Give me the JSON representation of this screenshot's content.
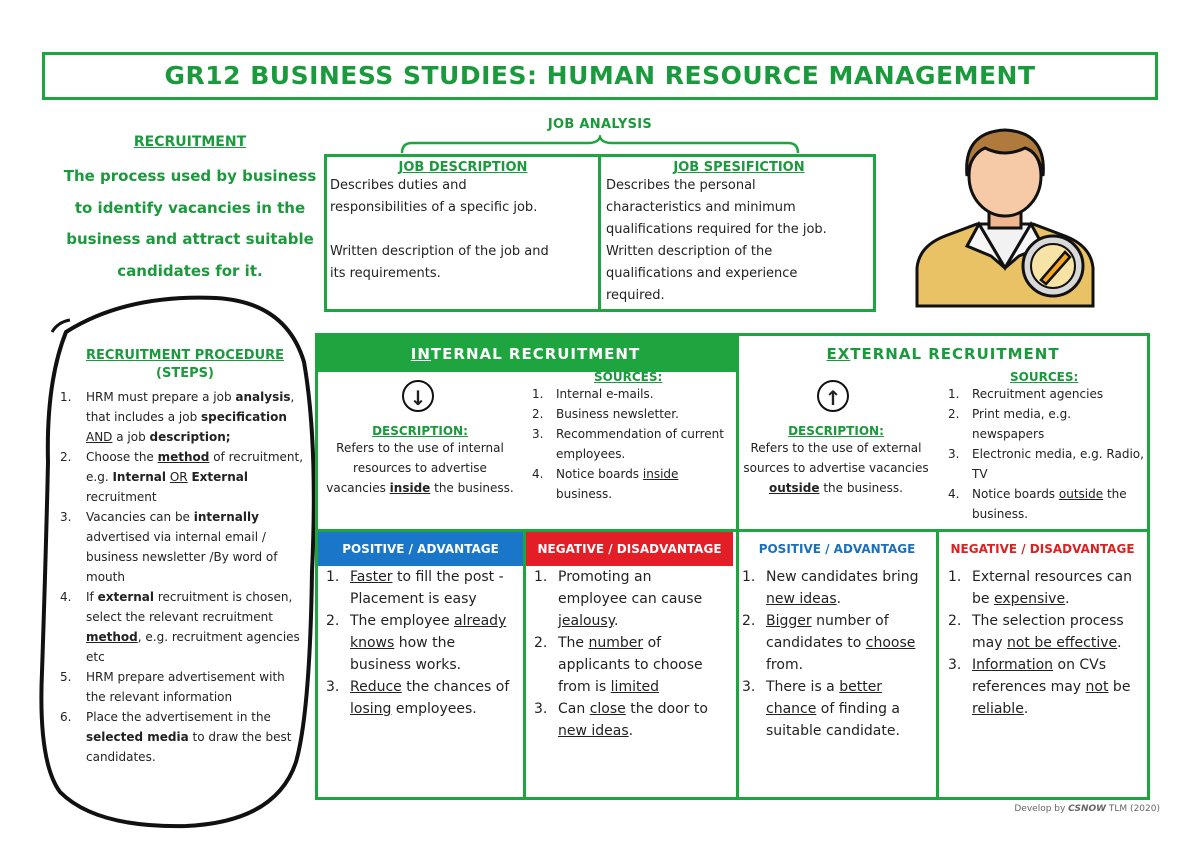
{
  "title": "GR12 BUSINESS STUDIES: HUMAN RESOURCE MANAGEMENT",
  "recruitment": {
    "heading": "RECRUITMENT",
    "lines": [
      "The process used by business",
      "to identify vacancies in the",
      "business and attract suitable",
      "candidates for it."
    ]
  },
  "job_analysis": {
    "title": "JOB ANALYSIS",
    "description": {
      "heading": "JOB DESCRIPTION",
      "lines": [
        "Describes duties and",
        "responsibilities of a specific job.",
        "",
        "Written description of the job and",
        "its requirements."
      ]
    },
    "specification": {
      "heading": "JOB SPESIFICTION",
      "lines": [
        "Describes the personal",
        "characteristics and minimum",
        "qualifications required for the job.",
        "Written description of the",
        "qualifications and experience",
        "required."
      ]
    }
  },
  "procedure": {
    "title": "RECRUITMENT PROCEDURE",
    "subtitle": "(STEPS)",
    "steps": [
      {
        "num": "1.",
        "html": "HRM must prepare a job <b>analysis</b>, that includes a job <b>specification</b> <u>AND</u> a job <b>description;</b>"
      },
      {
        "num": "2.",
        "html": "Choose the <b><u>method</u></b> of recruitment, e.g. <b>Internal</b> <u>OR</u> <b>External</b> recruitment"
      },
      {
        "num": "3.",
        "html": "Vacancies can be <b>internally</b> advertised via internal email / business newsletter /By word of mouth"
      },
      {
        "num": "4.",
        "html": "If <b>external</b> recruitment is chosen, select the relevant recruitment <b><u>method</u></b>, e.g. recruitment agencies etc"
      },
      {
        "num": "5.",
        "html": "HRM prepare advertisement with the relevant information"
      },
      {
        "num": "6.",
        "html": "Place the advertisement in the <b>selected media</b> to draw the best candidates."
      }
    ]
  },
  "internal": {
    "heading_prefix": "IN",
    "heading_rest": "TERNAL RECRUITMENT",
    "arrow": "↓",
    "arrow_icon": "arrow-down-circle-icon",
    "desc_heading": "DESCRIPTION",
    "desc_html": "Refers to the use of internal resources to advertise vacancies <b><u>inside</u></b> the business.",
    "sources_heading": "SOURCES",
    "sources": [
      {
        "num": "1.",
        "html": "Internal e-mails."
      },
      {
        "num": "2.",
        "html": "Business newsletter."
      },
      {
        "num": "3.",
        "html": "Recommendation of current employees."
      },
      {
        "num": "4.",
        "html": "Notice boards <u>inside</u> business."
      }
    ],
    "positive_label": "POSITIVE / ADVANTAGE",
    "positives": [
      {
        "num": "1.",
        "html": "<u>Faster</u> to fill the post - Placement is easy"
      },
      {
        "num": "2.",
        "html": "The employee <u>already knows</u> how the business works."
      },
      {
        "num": "3.",
        "html": "<u>Reduce</u> the chances of <u>losing</u> employees."
      }
    ],
    "negative_label": "NEGATIVE / DISADVANTAGE",
    "negatives": [
      {
        "num": "1.",
        "html": "Promoting an employee can cause <u>jealousy</u>."
      },
      {
        "num": "2.",
        "html": "The <u>number</u> of applicants to choose from is <u>limited</u>"
      },
      {
        "num": "3.",
        "html": "Can <u>close</u> the door to <u>new ideas</u>."
      }
    ]
  },
  "external": {
    "heading_prefix": "EX",
    "heading_rest": "TERNAL RECRUITMENT",
    "arrow": "↑",
    "arrow_icon": "arrow-up-circle-icon",
    "desc_heading": "DESCRIPTION",
    "desc_html": "Refers to the use of external sources to advertise vacancies <b><u>outside</u></b> the business.",
    "sources_heading": "SOURCES",
    "sources": [
      {
        "num": "1.",
        "html": "Recruitment agencies"
      },
      {
        "num": "2.",
        "html": "Print media, e.g. newspapers"
      },
      {
        "num": "3.",
        "html": "Electronic media, e.g. Radio, TV"
      },
      {
        "num": "4.",
        "html": "Notice boards <u>outside</u> the business."
      }
    ],
    "positive_label": "POSITIVE / ADVANTAGE",
    "positives": [
      {
        "num": "1.",
        "html": "New candidates bring <u>new ideas</u>."
      },
      {
        "num": "2.",
        "html": "<u>Bigger</u> number of candidates to <u>choose</u>  from."
      },
      {
        "num": "3.",
        "html": "There is a <u>better chance</u> of finding a suitable candidate."
      }
    ],
    "negative_label": "NEGATIVE / DISADVANTAGE",
    "negatives": [
      {
        "num": "1.",
        "html": "External resources can be <u>expensive</u>."
      },
      {
        "num": "2.",
        "html": "The selection process may <u>not be effective</u>."
      },
      {
        "num": "3.",
        "html": "<u>Information</u> on CVs references may <u>not</u> be <u>reliable</u>."
      }
    ]
  },
  "colors": {
    "green": "#1fa53f",
    "blue": "#1976c9",
    "red": "#e41e26",
    "ext_blue_text": "#1a6fc0",
    "ext_red_text": "#e02020"
  },
  "footer_html": "Develop by <b><i>CSNOW</i></b> TLM (2020)"
}
